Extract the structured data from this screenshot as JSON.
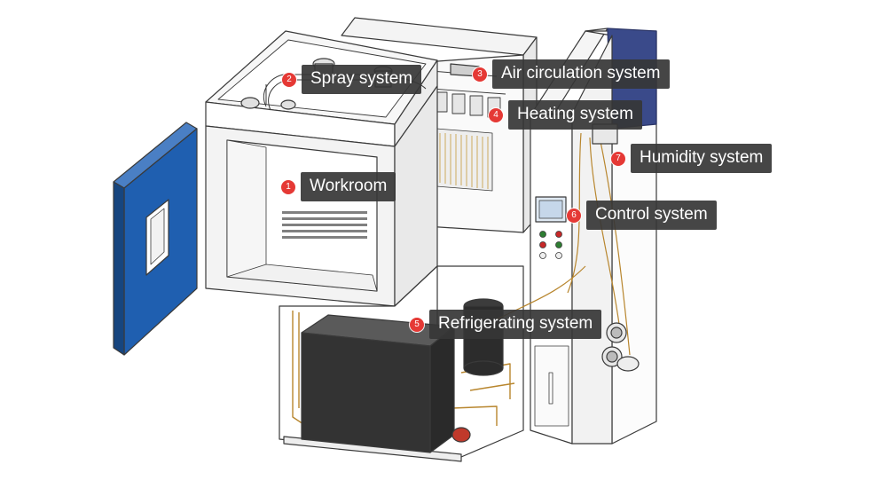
{
  "accent_color": "#e53935",
  "callouts": [
    {
      "number": "1",
      "label": "Workroom"
    },
    {
      "number": "2",
      "label": "Spray system"
    },
    {
      "number": "3",
      "label": "Air circulation system"
    },
    {
      "number": "4",
      "label": "Heating system"
    },
    {
      "number": "5",
      "label": "Refrigerating system"
    },
    {
      "number": "6",
      "label": "Control system"
    },
    {
      "number": "7",
      "label": "Humidity system"
    }
  ]
}
